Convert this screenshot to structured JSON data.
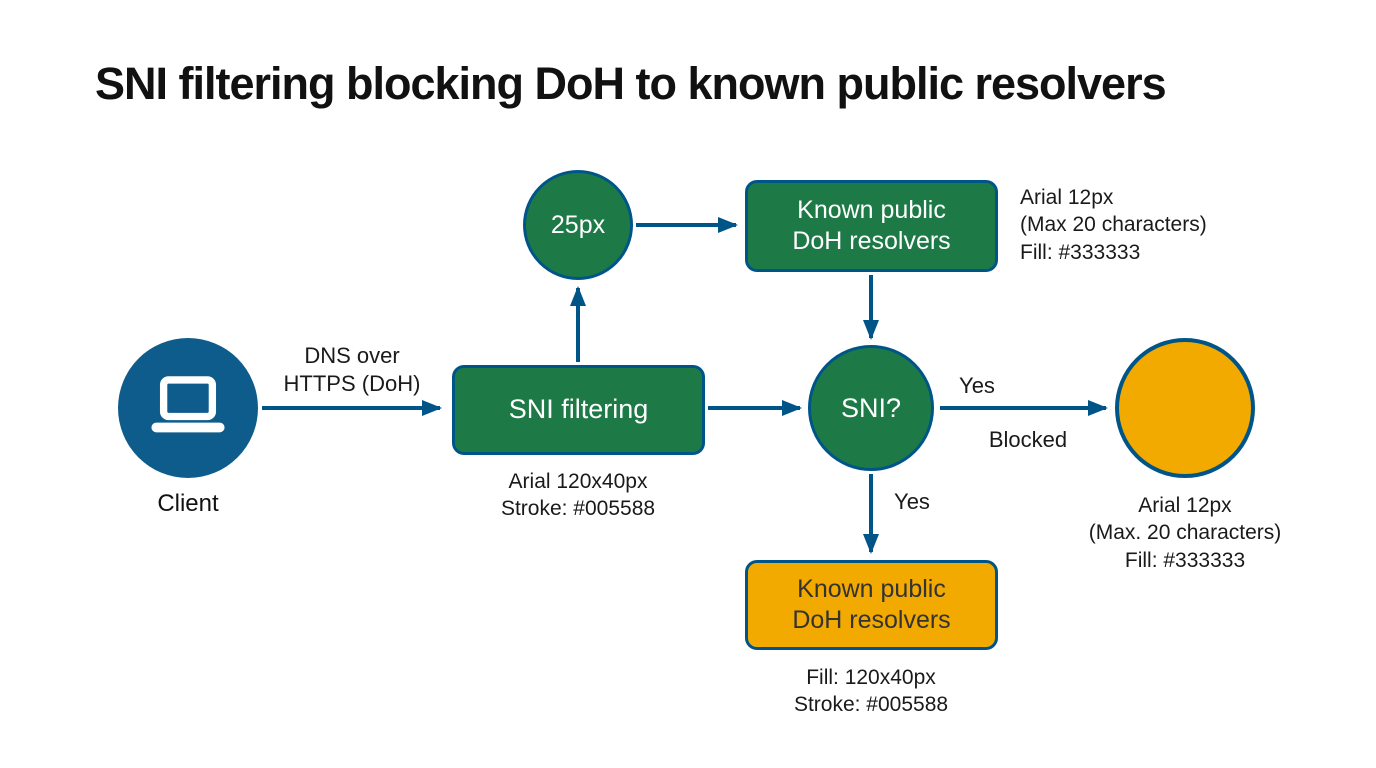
{
  "title": "SNI filtering blocking DoH to known public resolvers",
  "colors": {
    "green_fill": "#1d7a46",
    "blue_fill": "#0d5c8c",
    "orange_fill": "#f2a900",
    "stroke": "#005588",
    "annotation_text": "#333333"
  },
  "nodes": {
    "client": {
      "label": "Client"
    },
    "size_circle": {
      "label": "25px"
    },
    "sni_filtering": {
      "label": "SNI filtering",
      "note": "Arial 120x40px\nStroke: #005588"
    },
    "doh_resolvers_top": {
      "label": "Known public\nDoH resolvers",
      "annotation": "Arial 12px\n(Max 20 characters)\nFill: #333333"
    },
    "sni_decision": {
      "label": "SNI?"
    },
    "blocked_circle": {
      "annotation": "Arial 12px\n(Max. 20 characters)\nFill: #333333"
    },
    "doh_resolvers_bottom": {
      "label": "Known public\nDoH resolvers",
      "note": "Fill: 120x40px\nStroke: #005588"
    }
  },
  "edges": {
    "client_to_filter": {
      "label": "DNS over\nHTTPS (DoH)"
    },
    "decision_to_blocked": {
      "label_top": "Yes",
      "label_bottom": "Blocked"
    },
    "decision_to_resolvers": {
      "label": "Yes"
    }
  }
}
